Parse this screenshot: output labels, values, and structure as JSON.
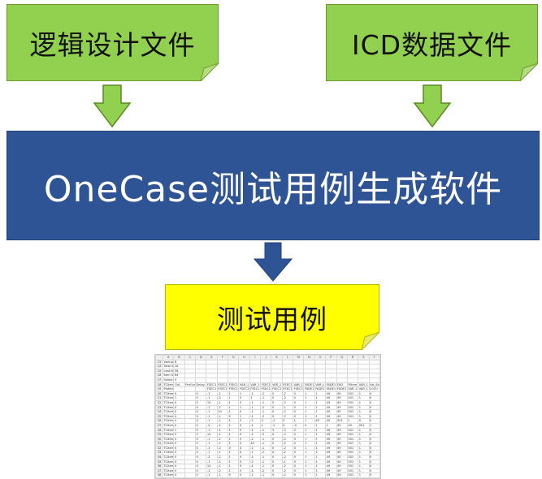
{
  "boxes": {
    "logic_design": "逻辑设计文件",
    "icd_data": "ICD数据文件",
    "onecase_tool": "OneCase测试用例生成软件",
    "test_cases": "测试用例"
  },
  "colors": {
    "green_note": "#92d050",
    "yellow_note": "#ffff00",
    "main_box": "#2f5496",
    "arrow_green": "#92d050",
    "arrow_blue": "#2f5496"
  },
  "spreadsheet": {
    "column_letters": [
      "",
      "A",
      "B",
      "C",
      "D",
      "E",
      "F",
      "G",
      "H",
      "I",
      "J",
      "K",
      "L",
      "M",
      "N",
      "O",
      "P",
      "Q",
      "R",
      "S",
      "T"
    ],
    "rows": [
      [
        "13",
        "VarInput Number",
        "8",
        "",
        "",
        "",
        "",
        "",
        "",
        "",
        "",
        "",
        "",
        "",
        "",
        "",
        "",
        "",
        "",
        "",
        ""
      ],
      [
        "14",
        "Total Signal Number",
        "16",
        "",
        "",
        "",
        "",
        "",
        "",
        "",
        "",
        "",
        "",
        "",
        "",
        "",
        "",
        "",
        "",
        "",
        ""
      ],
      [
        "15",
        "Leaf Number",
        "56",
        "",
        "",
        "",
        "",
        "",
        "",
        "",
        "",
        "",
        "",
        "",
        "",
        "",
        "",
        "",
        "",
        "",
        ""
      ],
      [
        "16",
        "Item Number",
        "64",
        "",
        "",
        "",
        "",
        "",
        "",
        "",
        "",
        "",
        "",
        "",
        "",
        "",
        "",
        "",
        "",
        "",
        ""
      ],
      [
        "17",
        "SelectedFlightPhase",
        "4",
        "",
        "",
        "",
        "",
        "",
        "",
        "",
        "",
        "",
        "",
        "",
        "",
        "",
        "",
        "",
        "",
        "",
        ""
      ],
      [
        "18",
        "TCItem",
        "Out",
        "PreConditions",
        "Delay",
        "FSEC1",
        "FSEC1",
        "FSEC1",
        "VAR_1",
        "VAR_1",
        "FSEC1",
        "VAR_1",
        "FSEC1",
        "VAR_1",
        "FADE1",
        "VAR_L",
        "FADE1",
        "FAD",
        "Filtere",
        "VAR_1",
        "Val_Ser"
      ],
      [
        "19",
        "Platform4C0",
        "",
        "",
        "",
        "FSEC1",
        "FSEC1",
        "FSEC1",
        "FSEC1",
        "FSEC1",
        "FSEC1",
        "FSEC1",
        "FSEC1",
        "FSEC1",
        "FADE1",
        "FADE1",
        "FADE1",
        "FADE1",
        "VAR_2",
        "VAR_1",
        "LOCU"
      ],
      [
        "20",
        "TCItem-0001",
        "0",
        "",
        "0",
        "-1",
        "-1",
        "1",
        "1",
        "-1",
        "-2",
        "0",
        "-2",
        "0",
        "1",
        "1",
        "49",
        "49",
        "501",
        "1",
        "0"
      ],
      [
        "21",
        "TCItem-0002",
        "1",
        "",
        "0",
        "-1",
        "-2",
        "1",
        "0",
        "1",
        "-1",
        "0",
        "-2",
        "0",
        "1",
        "1",
        "49",
        "49",
        "501",
        "1",
        "0"
      ],
      [
        "22",
        "TCItem-0003",
        "0",
        "",
        "0",
        "10",
        "-1",
        "1",
        "0",
        "-1",
        "-1",
        "0",
        "-2",
        "0",
        "1",
        "1",
        "49",
        "49",
        "501",
        "1",
        "0"
      ],
      [
        "23",
        "TCItem-0004",
        "0",
        "",
        "0",
        "-1",
        "-2",
        "1",
        "1",
        "-1",
        "-2",
        "0",
        "-1",
        "0",
        "1",
        "1",
        "49",
        "49",
        "501",
        "1",
        "0"
      ],
      [
        "24",
        "TCItem-0005",
        "0",
        "",
        "0",
        "-1",
        "10",
        "1",
        "0",
        "-1",
        "-1",
        "0",
        "-2",
        "0",
        "1",
        "1",
        "49",
        "49",
        "501",
        "1",
        "0"
      ],
      [
        "25",
        "TCItem-0006",
        "0",
        "",
        "0",
        "-1",
        "-1",
        "0",
        "1",
        "-1",
        "-2",
        "0",
        "-2",
        "0",
        "1",
        "1",
        "49",
        "49",
        "501",
        "1",
        "0"
      ],
      [
        "26",
        "TCItem-0007",
        "0",
        "",
        "0",
        "-1",
        "-1",
        "1",
        "0",
        "-2",
        "0",
        "-2",
        "0",
        "1",
        "1",
        "49",
        "49",
        "501",
        "1",
        "0",
        "0"
      ],
      [
        "27",
        "TCItem-0008",
        "0",
        "",
        "0",
        "-2",
        "-1",
        "1",
        "0",
        "-1",
        "1",
        "-2",
        "0",
        "-2",
        "0",
        "1",
        "1",
        "49",
        "49",
        "501",
        "1"
      ],
      [
        "28",
        "TCItem-0009",
        "1",
        "",
        "0",
        "-1",
        "-1",
        "1",
        "0",
        "-1",
        "-1",
        "3",
        "-2",
        "0",
        "1",
        "1",
        "49",
        "49",
        "501",
        "1",
        "0"
      ],
      [
        "29",
        "TCItem-0010",
        "0",
        "",
        "0",
        "10",
        "-1",
        "1",
        "0",
        "-1",
        "-2",
        "0",
        "-2",
        "0",
        "1",
        "1",
        "49",
        "49",
        "501",
        "1",
        "0"
      ],
      [
        "30",
        "TCItem-0011",
        "0",
        "",
        "0",
        "-1",
        "-2",
        "1",
        "0",
        "-2",
        "-1",
        "0",
        "-2",
        "0",
        "1",
        "1",
        "49",
        "49",
        "501",
        "1",
        "0"
      ],
      [
        "31",
        "TCItem-0012",
        "0",
        "",
        "0",
        "-1",
        "-1",
        "1",
        "0",
        "10",
        "-1",
        "0",
        "-2",
        "0",
        "1",
        "1",
        "49",
        "49",
        "501",
        "1",
        "0"
      ],
      [
        "32",
        "TCItem-0013",
        "0",
        "",
        "0",
        "-1",
        "-2",
        "0",
        "0",
        "-1",
        "-1",
        "0",
        "-2",
        "0",
        "1",
        "1",
        "49",
        "49",
        "501",
        "1",
        "0"
      ],
      [
        "33",
        "TCItem-0014",
        "0",
        "",
        "0",
        "-1",
        "-1",
        "1",
        "0",
        "-1",
        "-2",
        "0",
        "-2",
        "0",
        "1",
        "1",
        "49",
        "49",
        "501",
        "1",
        "0"
      ],
      [
        "34",
        "TCItem-0015",
        "0",
        "",
        "0",
        "-2",
        "-2",
        "1",
        "0",
        "-1",
        "-1",
        "0",
        "-2",
        "0",
        "1",
        "1",
        "49",
        "49",
        "501",
        "1",
        "0"
      ],
      [
        "35",
        "TCItem-0016",
        "0",
        "",
        "0",
        "-1",
        "-1",
        "1",
        "0",
        "-2",
        "-1",
        "0",
        "-1",
        "0",
        "1",
        "1",
        "49",
        "49",
        "501",
        "1",
        "0"
      ],
      [
        "36",
        "TCItem-0017",
        "0",
        "",
        "0",
        "10",
        "-1",
        "1",
        "0",
        "-1",
        "-1",
        "0",
        "-2",
        "0",
        "1",
        "1",
        "49",
        "49",
        "501",
        "1",
        "0"
      ],
      [
        "37",
        "TCItem-0018",
        "0",
        "",
        "0",
        "-1",
        "-2",
        "1",
        "0",
        "-1",
        "-2",
        "0",
        "-2",
        "0",
        "1",
        "1",
        "49",
        "49",
        "501",
        "1",
        "0"
      ],
      [
        "38",
        "TCItem-0019",
        "0",
        "",
        "0",
        "-1",
        "-1",
        "0",
        "0",
        "-1",
        "-1",
        "0",
        "-2",
        "0",
        "1",
        "1",
        "49",
        "49",
        "501",
        "1",
        "0"
      ],
      [
        "39",
        "TCItem-0020",
        "0",
        "",
        "0",
        "-1",
        "-1",
        "1",
        "0",
        "-2",
        "-1",
        "0",
        "-2",
        "0",
        "1",
        "1",
        "49",
        "49",
        "501",
        "1",
        "0"
      ],
      [
        "40",
        "TCItem-0021",
        "0",
        "",
        "0",
        "-1",
        "-2",
        "1",
        "0",
        "-1",
        "-1",
        "0",
        "-2",
        "0",
        "1",
        "1",
        "49",
        "49",
        "501",
        "1",
        "0"
      ]
    ]
  }
}
